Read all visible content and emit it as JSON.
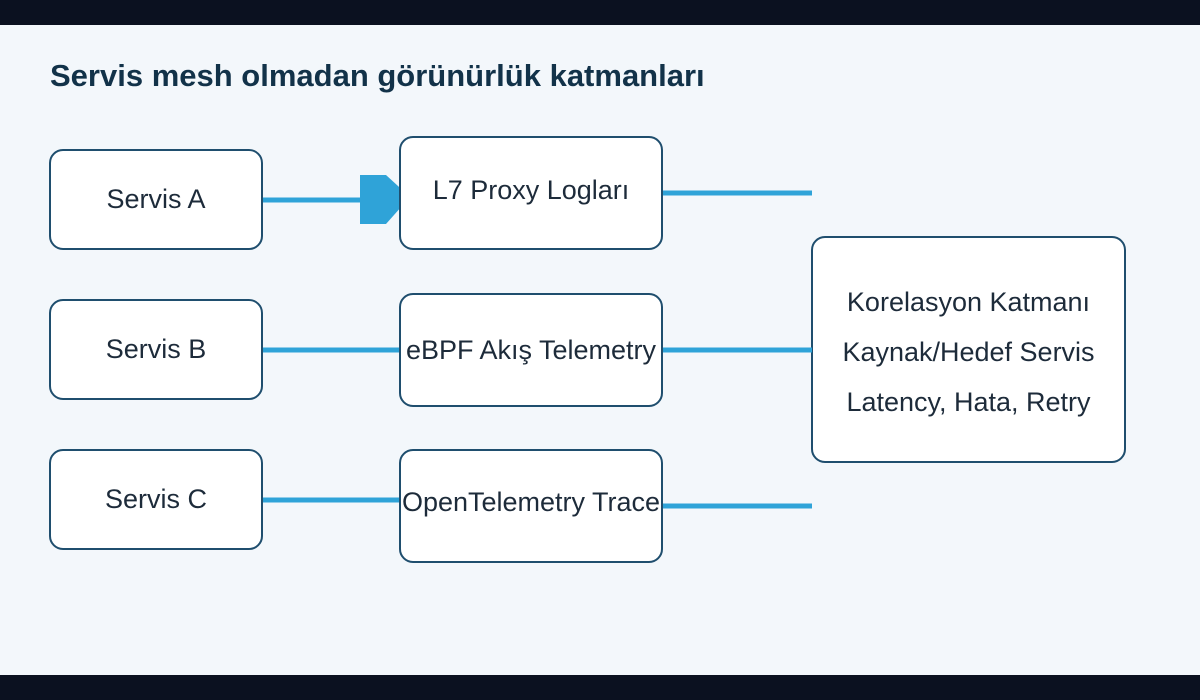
{
  "title": "Servis mesh olmadan görünürlük katmanları",
  "services": [
    {
      "label": "Servis A"
    },
    {
      "label": "Servis B"
    },
    {
      "label": "Servis C"
    }
  ],
  "layers": [
    {
      "label": "L7 Proxy Logları"
    },
    {
      "label": "eBPF Akış Telemetry"
    },
    {
      "label": "OpenTelemetry Trace"
    }
  ],
  "correlation": {
    "lines": [
      "Korelasyon Katmanı",
      "Kaynak/Hedef Servis",
      "Latency, Hata, Retry"
    ]
  },
  "colors": {
    "connector": "#2fa3d8",
    "node_border": "#1f4e6e",
    "title": "#123249",
    "background": "#f3f7fb",
    "frame": "#0b1120"
  }
}
